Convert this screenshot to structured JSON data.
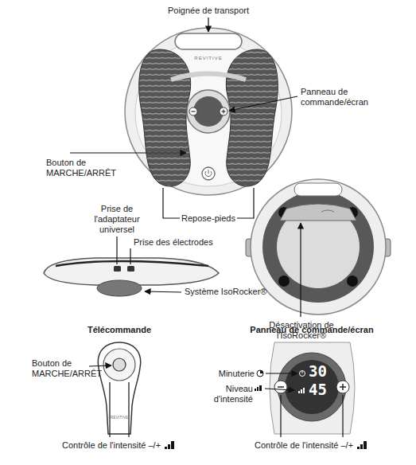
{
  "diagram": {
    "labels": [
      "Poignée de transport",
      "REVITIVE",
      "Panneau de commande/écran",
      "Bouton de MARCHE/ARRÊT",
      "Repose-pieds",
      "Prise de l'adaptateur universel",
      "Prise des électrodes",
      "Système IsoRocker®",
      "Désactivation de l'IsoRocker®",
      "Télécommande",
      "Bouton de MARCHE/ARRÊT",
      "Contrôle de l'intensité –/+",
      "Panneau de commande/écran",
      "Minuterie",
      "Niveau d'intensité",
      "30",
      "45",
      "Contrôle de l'intensité –/+",
      "REVITIVE"
    ]
  }
}
